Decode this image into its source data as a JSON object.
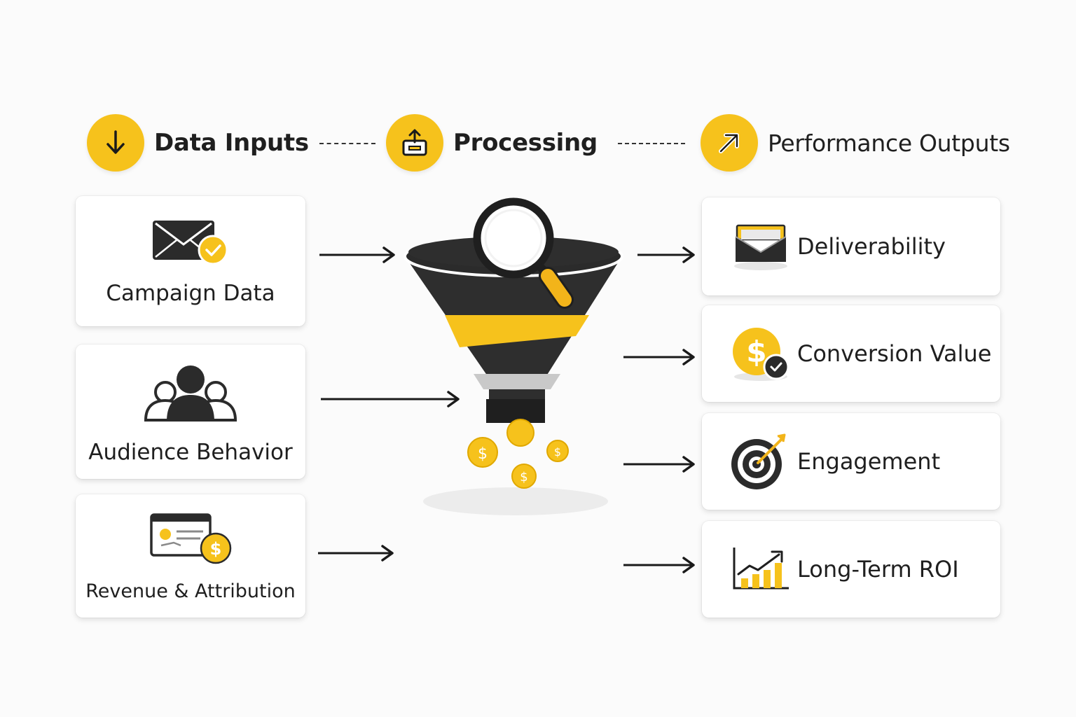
{
  "colors": {
    "accent": "#f6c21c",
    "dark": "#2b2b2b",
    "text": "#1f1f1f"
  },
  "stages": [
    {
      "title": "Data Inputs",
      "icon": "arrow-down-icon"
    },
    {
      "title": "Processing",
      "icon": "tray-upload-icon"
    },
    {
      "title": "Performance Outputs",
      "icon": "arrow-up-right-icon"
    }
  ],
  "inputs": [
    {
      "label": "Campaign Data",
      "icon": "envelope-check-icon"
    },
    {
      "label": "Audience Behavior",
      "icon": "people-group-icon"
    },
    {
      "label": "Revenue & Attribution",
      "icon": "invoice-dollar-icon"
    }
  ],
  "processing": {
    "icon": "funnel-magnifier-icon",
    "coins": [
      "$",
      "$",
      "$",
      "$"
    ]
  },
  "outputs": [
    {
      "label": "Deliverability",
      "icon": "envelope-inbox-icon"
    },
    {
      "label": "Conversion Value",
      "icon": "dollar-coin-check-icon"
    },
    {
      "label": "Engagement",
      "icon": "target-arrow-icon"
    },
    {
      "label": "Long-Term ROI",
      "icon": "growth-chart-icon"
    }
  ]
}
